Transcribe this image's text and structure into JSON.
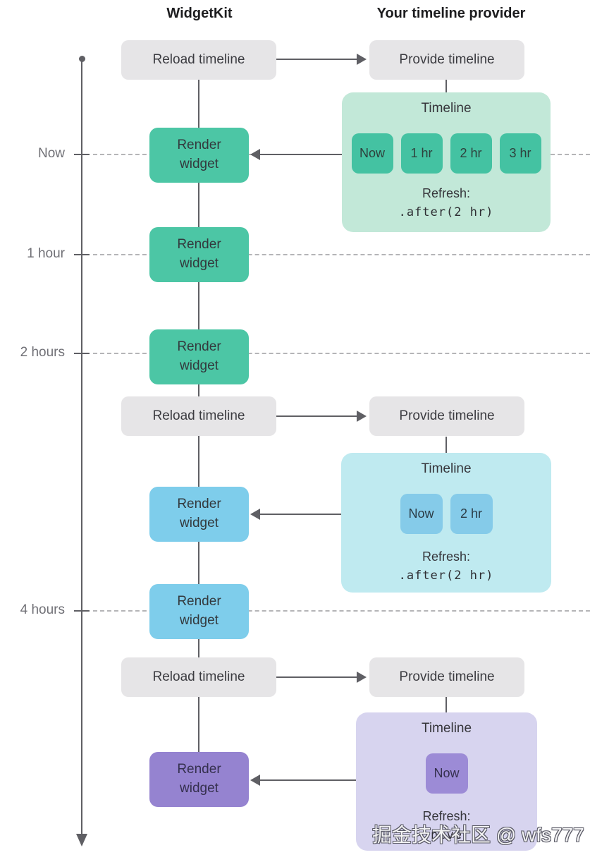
{
  "header": {
    "widgetkit": "WidgetKit",
    "provider": "Your timeline provider"
  },
  "axis": {
    "labels": [
      "Now",
      "1 hour",
      "2 hours",
      "4 hours"
    ]
  },
  "labels": {
    "reload": "Reload timeline",
    "provide": "Provide timeline",
    "render_line1": "Render",
    "render_line2": "widget"
  },
  "panels": [
    {
      "title": "Timeline",
      "chips": [
        "Now",
        "1 hr",
        "2 hr",
        "3 hr"
      ],
      "refresh_label": "Refresh:",
      "refresh_code": ".after(2 hr)"
    },
    {
      "title": "Timeline",
      "chips": [
        "Now",
        "2 hr"
      ],
      "refresh_label": "Refresh:",
      "refresh_code": ".after(2 hr)"
    },
    {
      "title": "Timeline",
      "chips": [
        "Now"
      ],
      "refresh_label": "Refresh:",
      "refresh_code": ".never"
    }
  ],
  "watermark": {
    "text": "掘金技术社区 @ wfs777"
  },
  "colors": {
    "green_box": "#4cc6a5",
    "green_chip": "#44c2a2",
    "mint_panel": "#c2e8d8",
    "blue_box": "#7ecdeb",
    "blue_chip": "#85cbe9",
    "cyan_panel": "#bfeaf0",
    "purple_box": "#9583d0",
    "purple_chip": "#9c8bd6",
    "lavender_panel": "#d7d4ef",
    "gray_box": "#e6e5e7",
    "arrow": "#5f5f64",
    "dashed_line": "#b5b5b7"
  }
}
